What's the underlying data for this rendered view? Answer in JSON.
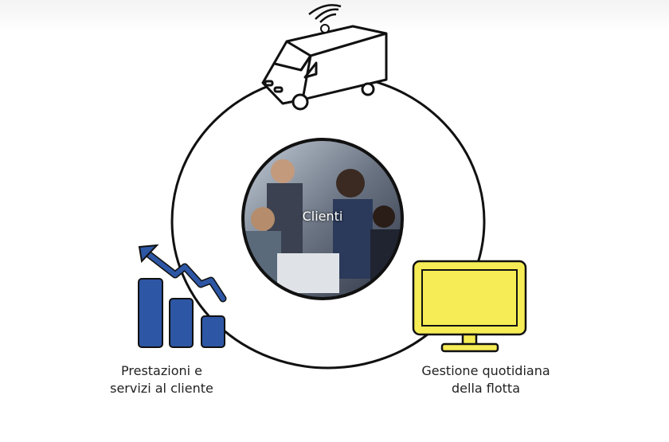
{
  "center": {
    "label": "Clienti"
  },
  "labels": {
    "performance": [
      "Prestazioni e",
      "servizi al cliente"
    ],
    "fleet": [
      "Gestione quotidiana",
      "della flotta"
    ]
  },
  "icons": [
    "van-wifi-icon",
    "people-photo",
    "bar-chart-icon",
    "monitor-icon"
  ],
  "colors": {
    "chart_blue": "#2d56a4",
    "monitor_yellow": "#f6ec55",
    "stroke": "#111111"
  }
}
